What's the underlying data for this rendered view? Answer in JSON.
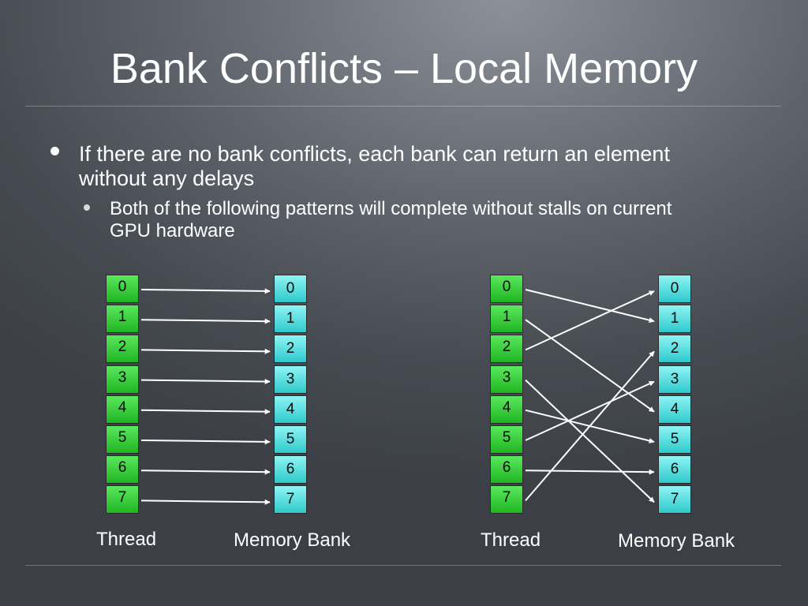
{
  "slide": {
    "title": "Bank Conflicts – Local Memory",
    "bullet_main": "If there are no bank conflicts, each bank can return an element without any delays",
    "bullet_sub": "Both of the following patterns will complete without stalls on current GPU hardware"
  },
  "diagrams": [
    {
      "thread_label": "Thread",
      "bank_label": "Memory Bank",
      "threads": [
        "0",
        "1",
        "2",
        "3",
        "4",
        "5",
        "6",
        "7"
      ],
      "banks": [
        "0",
        "1",
        "2",
        "3",
        "4",
        "5",
        "6",
        "7"
      ],
      "mapping": [
        0,
        1,
        2,
        3,
        4,
        5,
        6,
        7
      ]
    },
    {
      "thread_label": "Thread",
      "bank_label": "Memory Bank",
      "threads": [
        "0",
        "1",
        "2",
        "3",
        "4",
        "5",
        "6",
        "7"
      ],
      "banks": [
        "0",
        "1",
        "2",
        "3",
        "4",
        "5",
        "6",
        "7"
      ],
      "mapping": [
        1,
        4,
        0,
        7,
        5,
        3,
        6,
        2
      ]
    }
  ],
  "colors": {
    "thread_fill": "#33cc33",
    "bank_fill": "#40d8da",
    "arrow": "#ffffff"
  }
}
